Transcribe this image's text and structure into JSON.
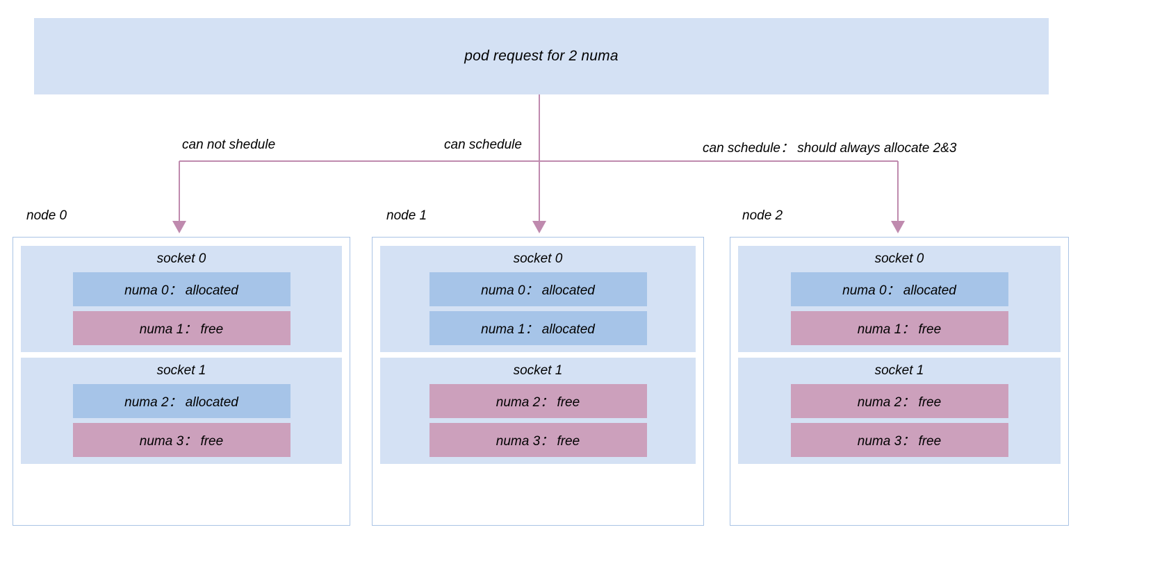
{
  "request": {
    "label": "pod request for 2 numa",
    "fill": "#d4e1f4"
  },
  "edges": [
    {
      "label": "can not shedule"
    },
    {
      "label": "can schedule"
    },
    {
      "label": "can schedule： should always allocate 2&3"
    }
  ],
  "colors": {
    "connector": "#bf8aae",
    "node_border": "#a9c3e5",
    "socket_fill": "#d4e1f4",
    "allocated_fill": "#a6c4e8",
    "free_fill": "#cca0bc",
    "request_fill": "#d4e1f4"
  },
  "nodes": [
    {
      "caption": "node 0",
      "sockets": [
        {
          "title": "socket  0",
          "numas": [
            {
              "label": "numa 0： allocated",
              "state": "allocated"
            },
            {
              "label": "numa 1： free",
              "state": "free"
            }
          ]
        },
        {
          "title": "socket  1",
          "numas": [
            {
              "label": "numa 2： allocated",
              "state": "allocated"
            },
            {
              "label": "numa 3： free",
              "state": "free"
            }
          ]
        }
      ]
    },
    {
      "caption": "node 1",
      "sockets": [
        {
          "title": "socket  0",
          "numas": [
            {
              "label": "numa 0： allocated",
              "state": "allocated"
            },
            {
              "label": "numa 1： allocated",
              "state": "allocated"
            }
          ]
        },
        {
          "title": "socket  1",
          "numas": [
            {
              "label": "numa 2： free",
              "state": "free"
            },
            {
              "label": "numa 3： free",
              "state": "free"
            }
          ]
        }
      ]
    },
    {
      "caption": "node 2",
      "sockets": [
        {
          "title": "socket  0",
          "numas": [
            {
              "label": "numa 0： allocated",
              "state": "allocated"
            },
            {
              "label": "numa 1： free",
              "state": "free"
            }
          ]
        },
        {
          "title": "socket  1",
          "numas": [
            {
              "label": "numa 2： free",
              "state": "free"
            },
            {
              "label": "numa 3： free",
              "state": "free"
            }
          ]
        }
      ]
    }
  ]
}
